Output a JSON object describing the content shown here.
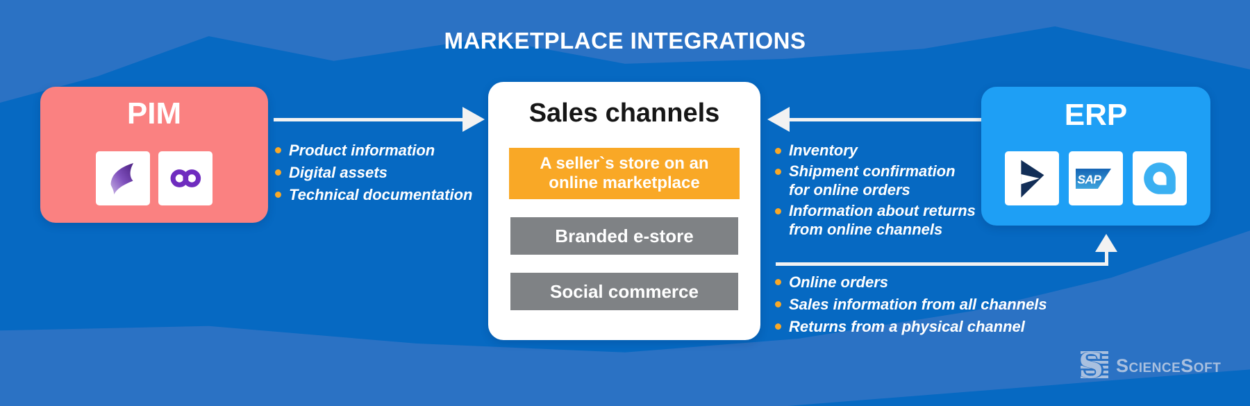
{
  "title": "MARKETPLACE INTEGRATIONS",
  "pim": {
    "label": "PIM",
    "icons": [
      {
        "name": "pimcore-icon"
      },
      {
        "name": "akeneo-icon"
      }
    ]
  },
  "sales": {
    "title": "Sales channels",
    "channels": [
      "A seller`s store on an\nonline marketplace",
      "Branded e-store",
      "Social commerce"
    ]
  },
  "erp": {
    "label": "ERP",
    "sap_text": "SAP",
    "icons": [
      {
        "name": "microsoft-dynamics-icon"
      },
      {
        "name": "sap-icon"
      },
      {
        "name": "acumatica-icon"
      }
    ]
  },
  "flows": {
    "pim_to_sales": {
      "items": [
        "Product information",
        "Digital assets",
        "Technical documentation"
      ]
    },
    "erp_to_sales": {
      "items": [
        "Inventory",
        "Shipment confirmation\nfor online orders",
        "Information about returns\nfrom online channels"
      ]
    },
    "sales_to_erp": {
      "items": [
        "Online orders",
        "Sales information from all channels",
        "Returns from a physical channel"
      ]
    }
  },
  "footer": {
    "brand": "ScienceSoft",
    "mark_letter": "S"
  },
  "colors": {
    "background": "#0669C2",
    "wave_light": "#2B72C4",
    "pim_box": "#FA8181",
    "erp_box": "#1E9FF5",
    "highlight_orange": "#F9A826",
    "channel_gray": "#7F8285",
    "bullet_dot": "#F9A826",
    "arrow": "#F2F2F2",
    "brand_text": "#A9C0DF",
    "sales_title_text": "#161616"
  }
}
